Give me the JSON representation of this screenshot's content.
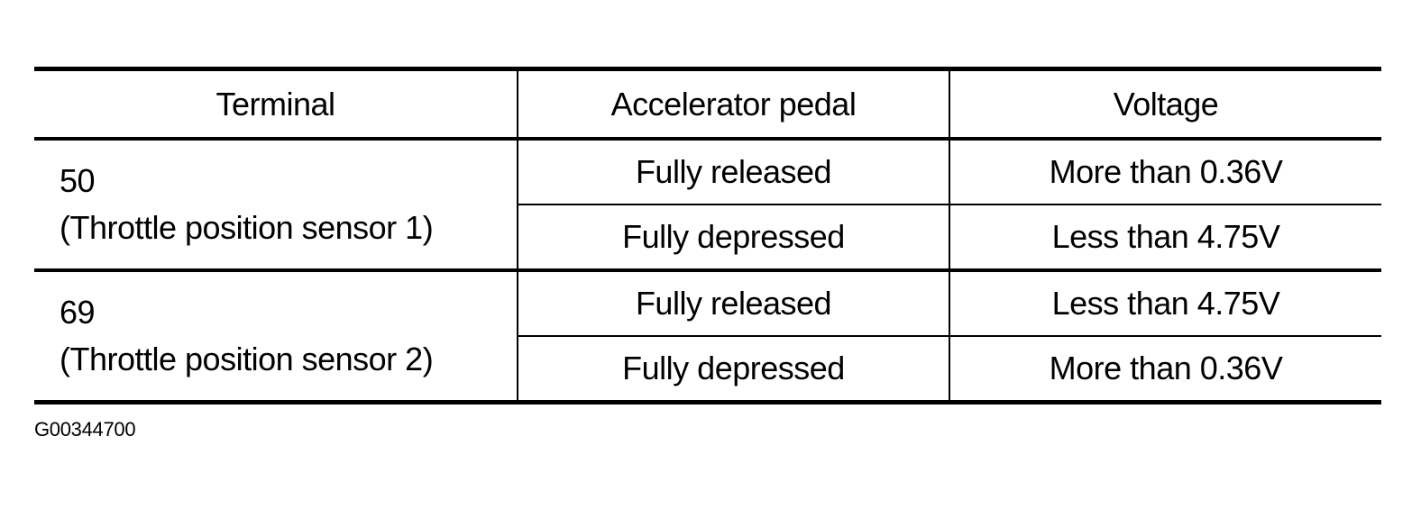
{
  "table": {
    "headers": {
      "terminal": "Terminal",
      "pedal": "Accelerator pedal",
      "voltage": "Voltage"
    },
    "groups": [
      {
        "terminal": "50",
        "description": "(Throttle position sensor 1)",
        "rows": [
          {
            "pedal": "Fully released",
            "voltage": "More than 0.36V"
          },
          {
            "pedal": "Fully depressed",
            "voltage": "Less than 4.75V"
          }
        ]
      },
      {
        "terminal": "69",
        "description": "(Throttle position sensor 2)",
        "rows": [
          {
            "pedal": "Fully released",
            "voltage": "Less than 4.75V"
          },
          {
            "pedal": "Fully depressed",
            "voltage": "More than 0.36V"
          }
        ]
      }
    ]
  },
  "figure_id": "G00344700"
}
